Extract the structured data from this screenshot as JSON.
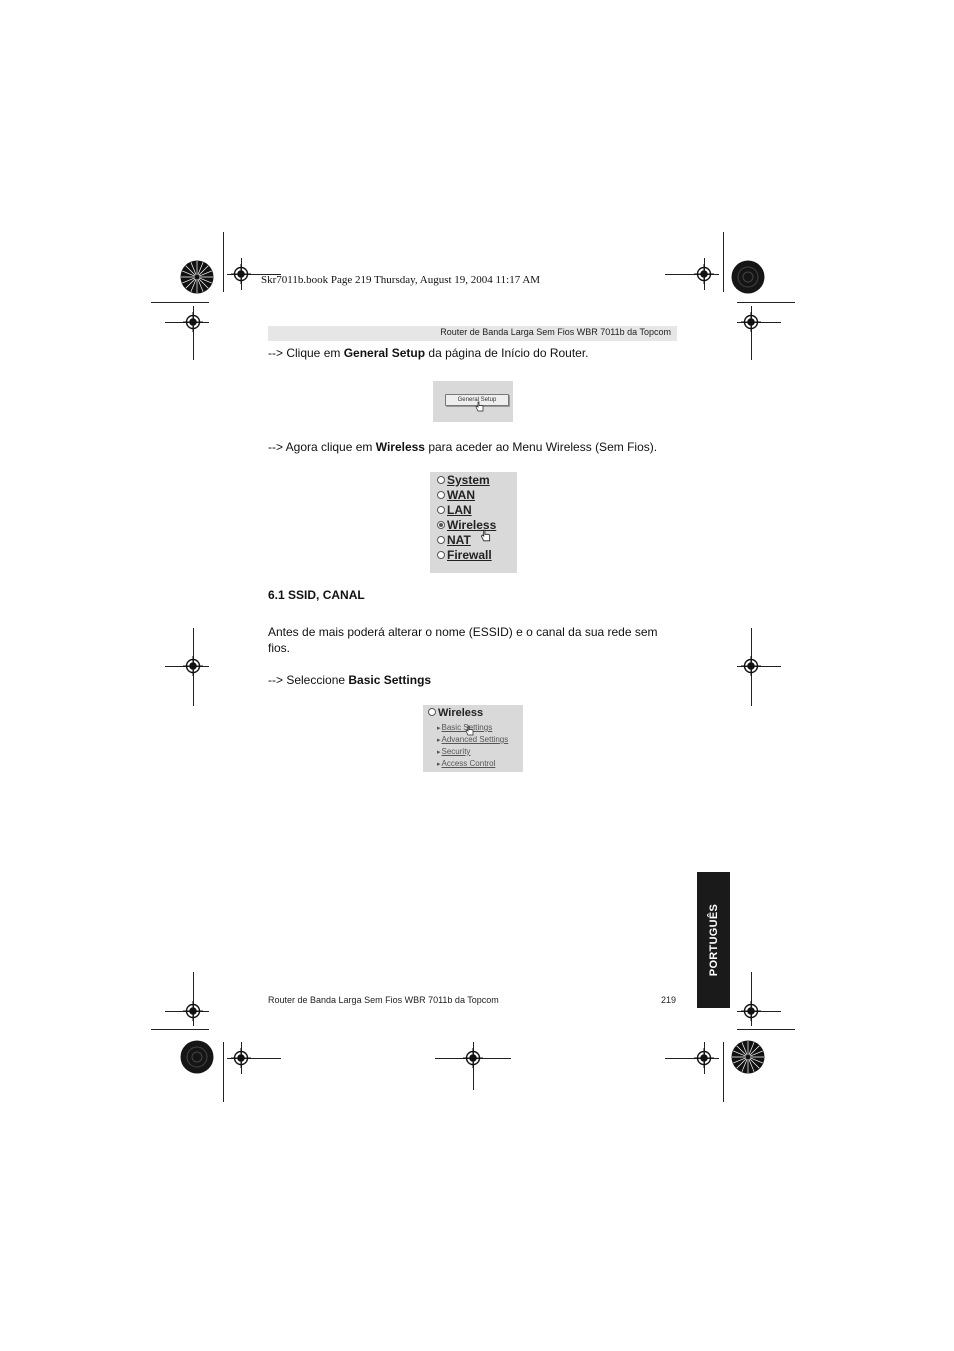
{
  "book_info": "Skr7011b.book  Page 219  Thursday, August 19, 2004  11:17 AM",
  "header": "Router de Banda Larga Sem Fios WBR 7011b da Topcom",
  "step1": {
    "prefix": "--> Clique em ",
    "bold": "General Setup",
    "suffix": " da página de Início do Router."
  },
  "general_setup_button": "General Setup",
  "step2": {
    "prefix": "--> Agora clique em ",
    "bold": "Wireless",
    "suffix": " para aceder ao Menu Wireless (Sem Fios)."
  },
  "menu_items": [
    "System",
    "WAN",
    "LAN",
    "Wireless",
    "NAT",
    "Firewall"
  ],
  "section_heading": "6.1 SSID, CANAL",
  "intro_line1": "Antes de mais poderá alterar o nome (ESSID) e o canal da sua rede sem",
  "intro_line2": "fios.",
  "step3": {
    "prefix": "--> Seleccione ",
    "bold": "Basic Settings"
  },
  "wireless_submenu": {
    "title": "Wireless",
    "items": [
      "Basic Settings",
      "Advanced Settings",
      "Security",
      "Access Control"
    ]
  },
  "side_tab": "PORTUGUÊS",
  "footer": {
    "text": "Router de Banda Larga Sem Fios WBR 7011b da Topcom",
    "page_number": "219"
  }
}
